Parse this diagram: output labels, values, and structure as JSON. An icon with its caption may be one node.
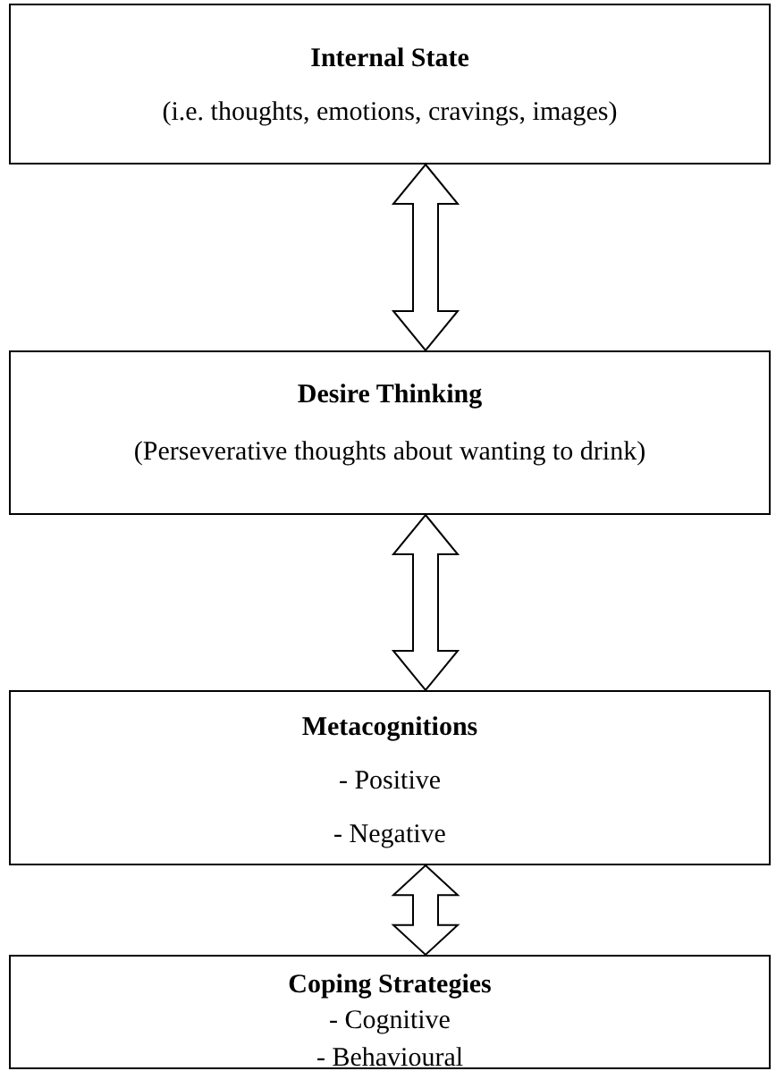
{
  "diagram": {
    "nodes": [
      {
        "text": [
          "Internal State",
          "(i.e. thoughts, emotions, cravings, images)"
        ]
      },
      {
        "text": [
          "Desire Thinking",
          "(Perseverative thoughts about wanting to drink)"
        ]
      },
      {
        "text": [
          "Metacognitions",
          "- Positive",
          "- Negative"
        ]
      },
      {
        "text": [
          "Coping Strategies",
          "- Cognitive",
          "- Behavioural"
        ]
      }
    ],
    "edges": [
      {
        "from": 0,
        "to": 1,
        "arrow": "both"
      },
      {
        "from": 1,
        "to": 2,
        "arrow": "both"
      },
      {
        "from": 2,
        "to": 3,
        "arrow": "both"
      }
    ]
  }
}
